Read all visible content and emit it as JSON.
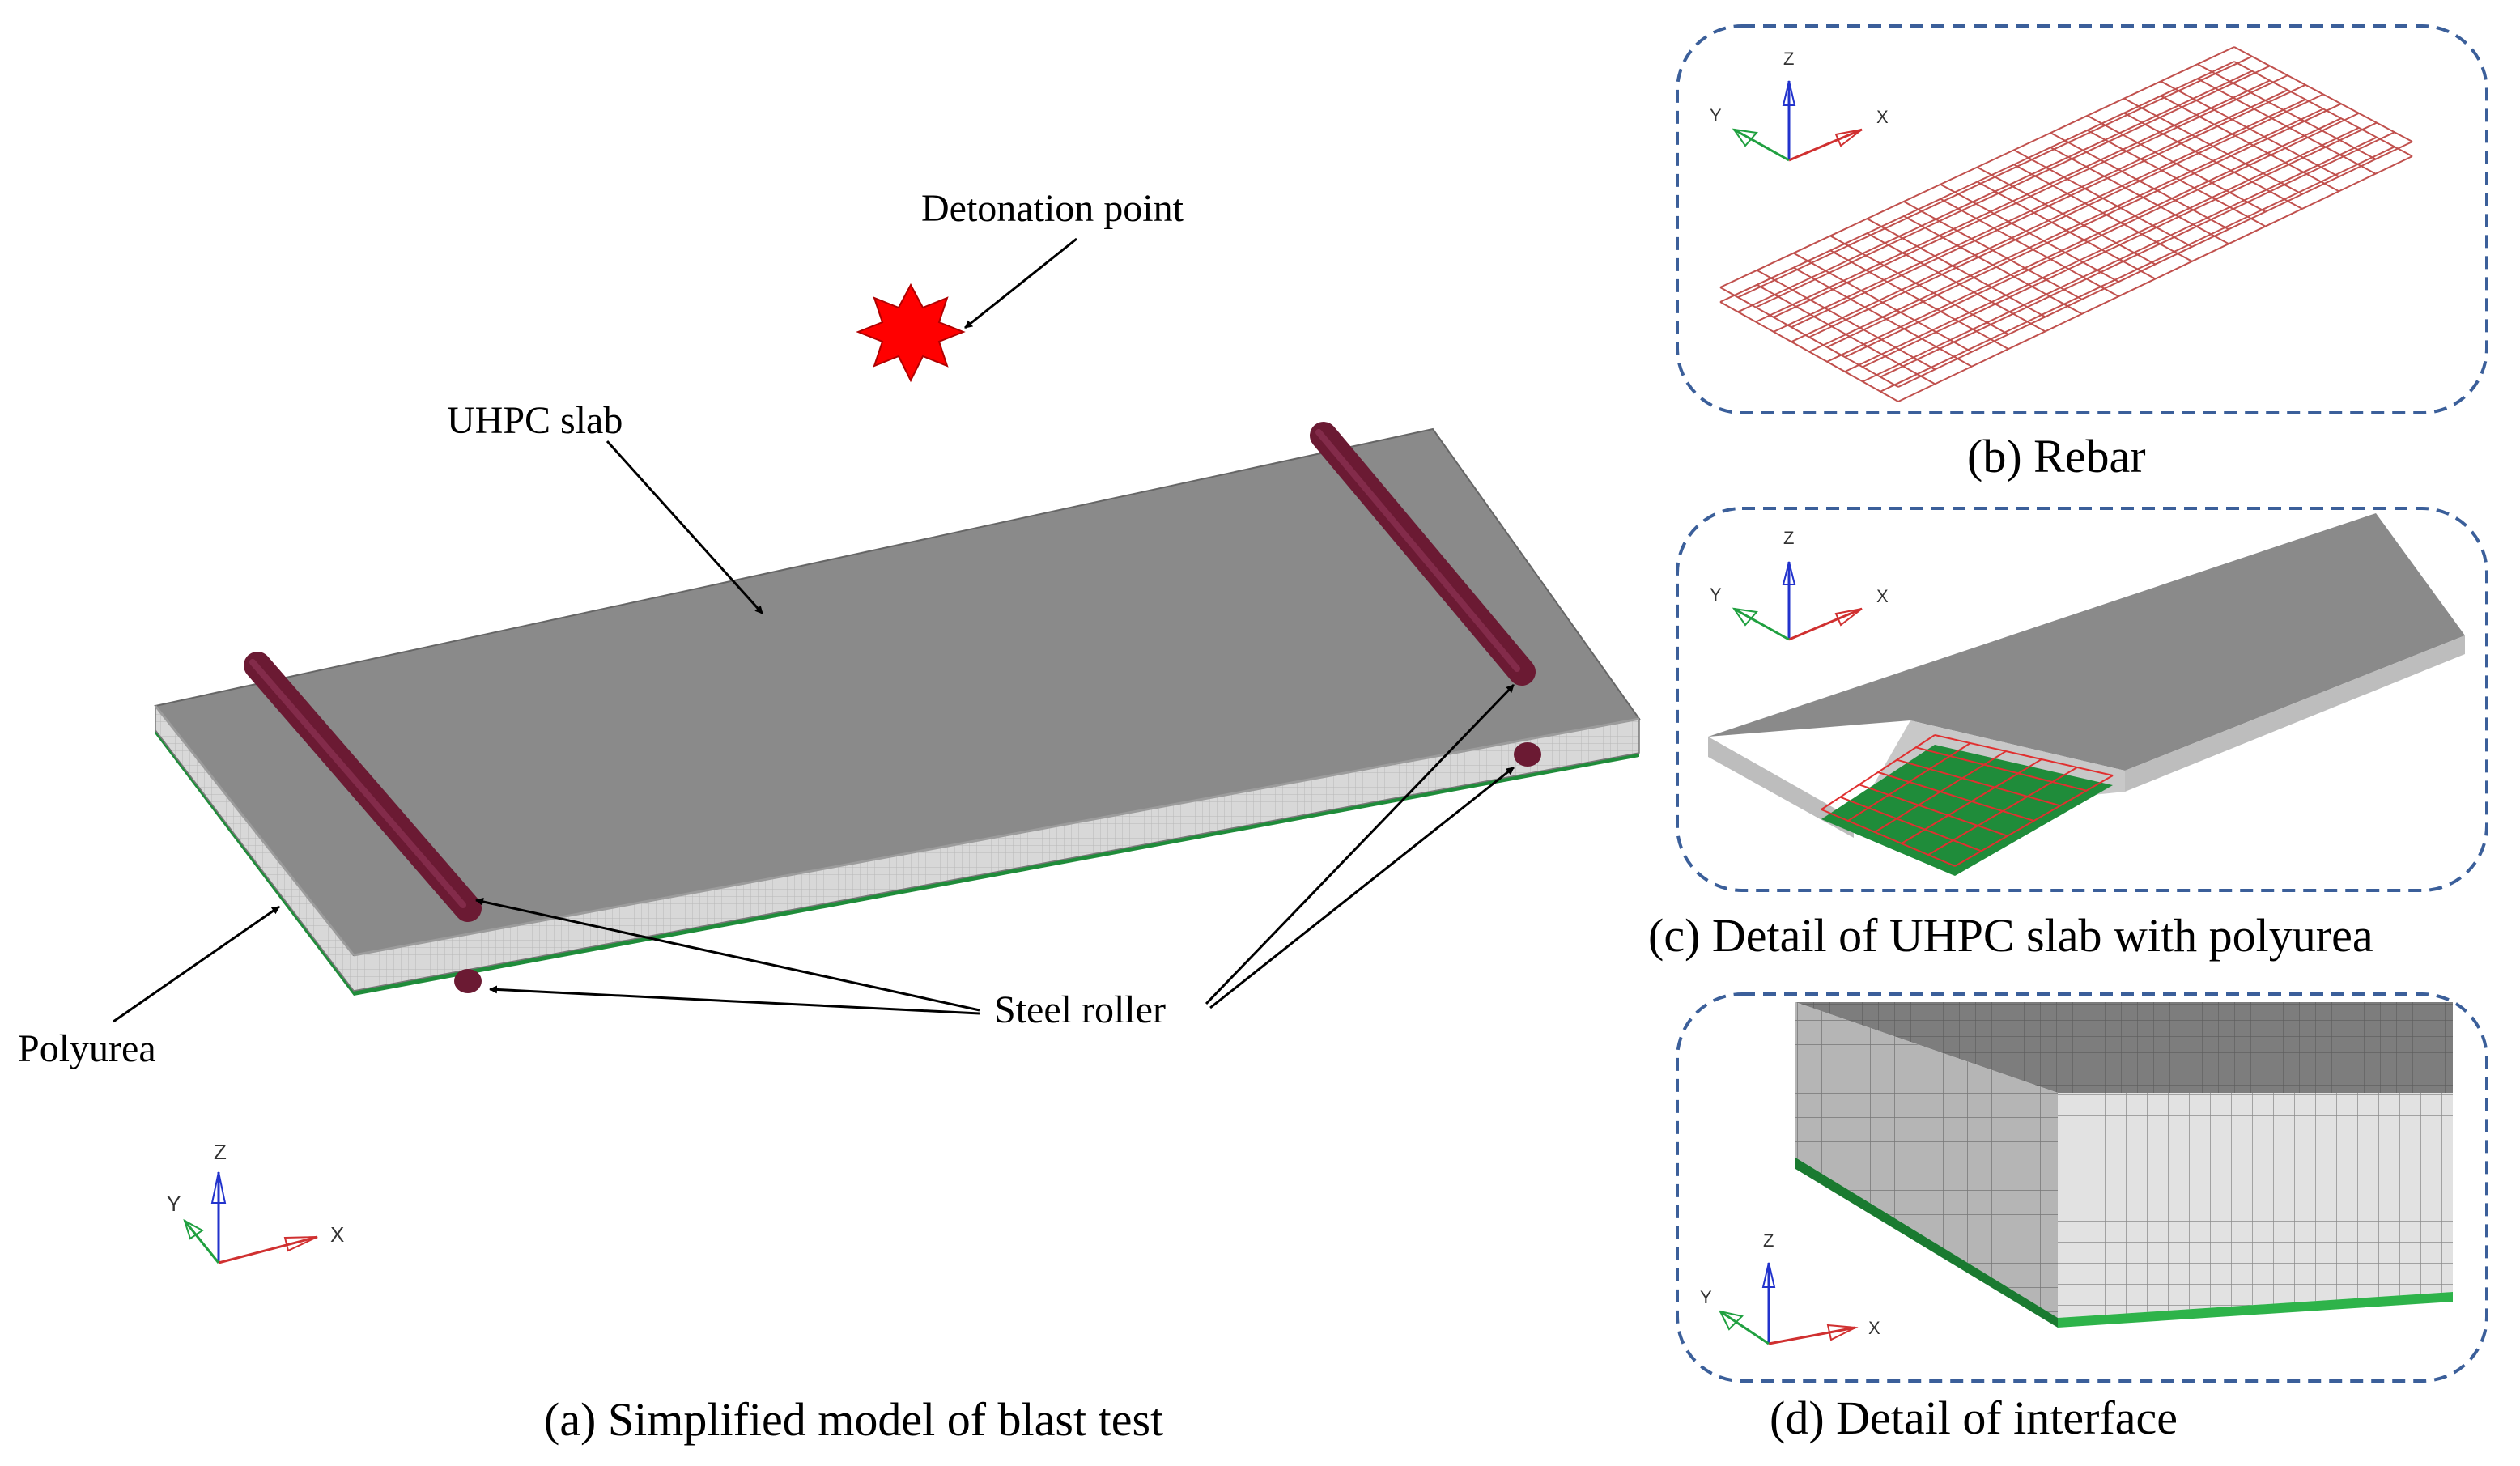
{
  "main_panel": {
    "caption": "(a) Simplified model of blast test",
    "labels": {
      "detonation": "Detonation point",
      "slab": "UHPC slab",
      "polyurea": "Polyurea",
      "roller": "Steel roller"
    }
  },
  "panels": [
    {
      "caption": "(b) Rebar"
    },
    {
      "caption": "(c) Detail of UHPC slab with polyurea"
    },
    {
      "caption": "(d) Detail of interface"
    }
  ],
  "axis_labels": {
    "x": "X",
    "y": "Y",
    "z": "Z"
  },
  "colors": {
    "slab_top": "#8a8a8a",
    "slab_side": "#d6d6d6",
    "roller": "#6b1a33",
    "polyurea": "#1f8c3a",
    "rebar": "#c0504d",
    "explosion": "#ff0000",
    "panel_border": "#3b5f9a"
  }
}
